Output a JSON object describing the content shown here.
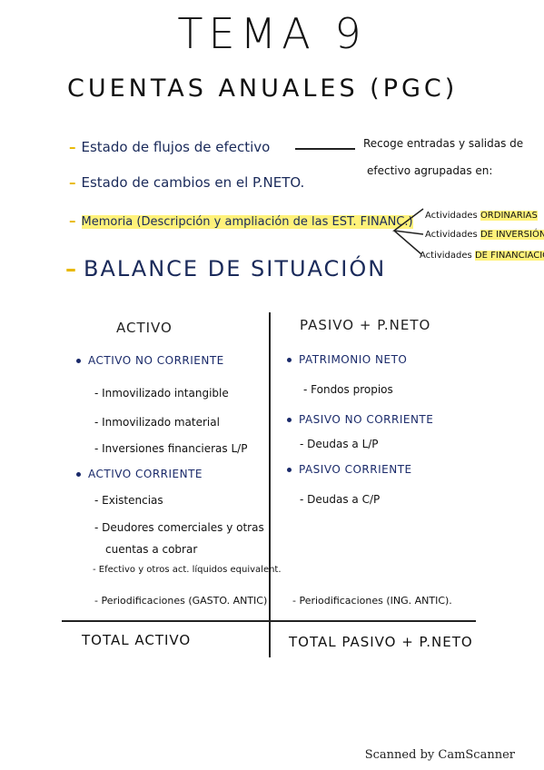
{
  "title": "TEMA 9",
  "subtitle": "CUENTAS ANUALES (PGC)",
  "topics": [
    {
      "text": "Estado de flujos de efectivo"
    },
    {
      "text": "Estado de cambios en el P.NETO."
    },
    {
      "text": "Memoria (Descripción y ampliación de las EST. FINANC.)"
    },
    {
      "text": "BALANCE DE SITUACIÓN"
    }
  ],
  "note": {
    "line1": "Recoge entradas y salidas de",
    "line2": "efectivo agrupadas en:"
  },
  "activities": [
    {
      "prefix": "Actividades",
      "highlight": "ORDINARIAS"
    },
    {
      "prefix": "Actividades",
      "highlight": "DE INVERSIÓN"
    },
    {
      "prefix": "Actividades",
      "highlight": "DE FINANCIACIÓN."
    }
  ],
  "balance": {
    "left_header": "ACTIVO",
    "right_header": "PASIVO + P.NETO",
    "left": {
      "section1": "ACTIVO NO CORRIENTE",
      "items1": [
        "- Inmovilizado intangible",
        "- Inmovilizado material",
        "- Inversiones financieras L/P"
      ],
      "section2": "ACTIVO CORRIENTE",
      "items2": [
        "- Existencias",
        "- Deudores comerciales y otras",
        "cuentas a cobrar",
        "- Efectivo y otros act. líquidos equivalent.",
        "- Periodificaciones (GASTO. ANTIC)"
      ]
    },
    "right": {
      "section1": "PATRIMONIO NETO",
      "item1": "- Fondos propios",
      "section2": "PASIVO NO CORRIENTE",
      "item2": "- Deudas a L/P",
      "section3": "PASIVO CORRIENTE",
      "item3": "- Deudas a C/P",
      "item4": "- Periodificaciones (ING. ANTIC)."
    },
    "total_left": "TOTAL ACTIVO",
    "total_right": "TOTAL PASIVO + P.NETO"
  },
  "footer": "Scanned by CamScanner"
}
